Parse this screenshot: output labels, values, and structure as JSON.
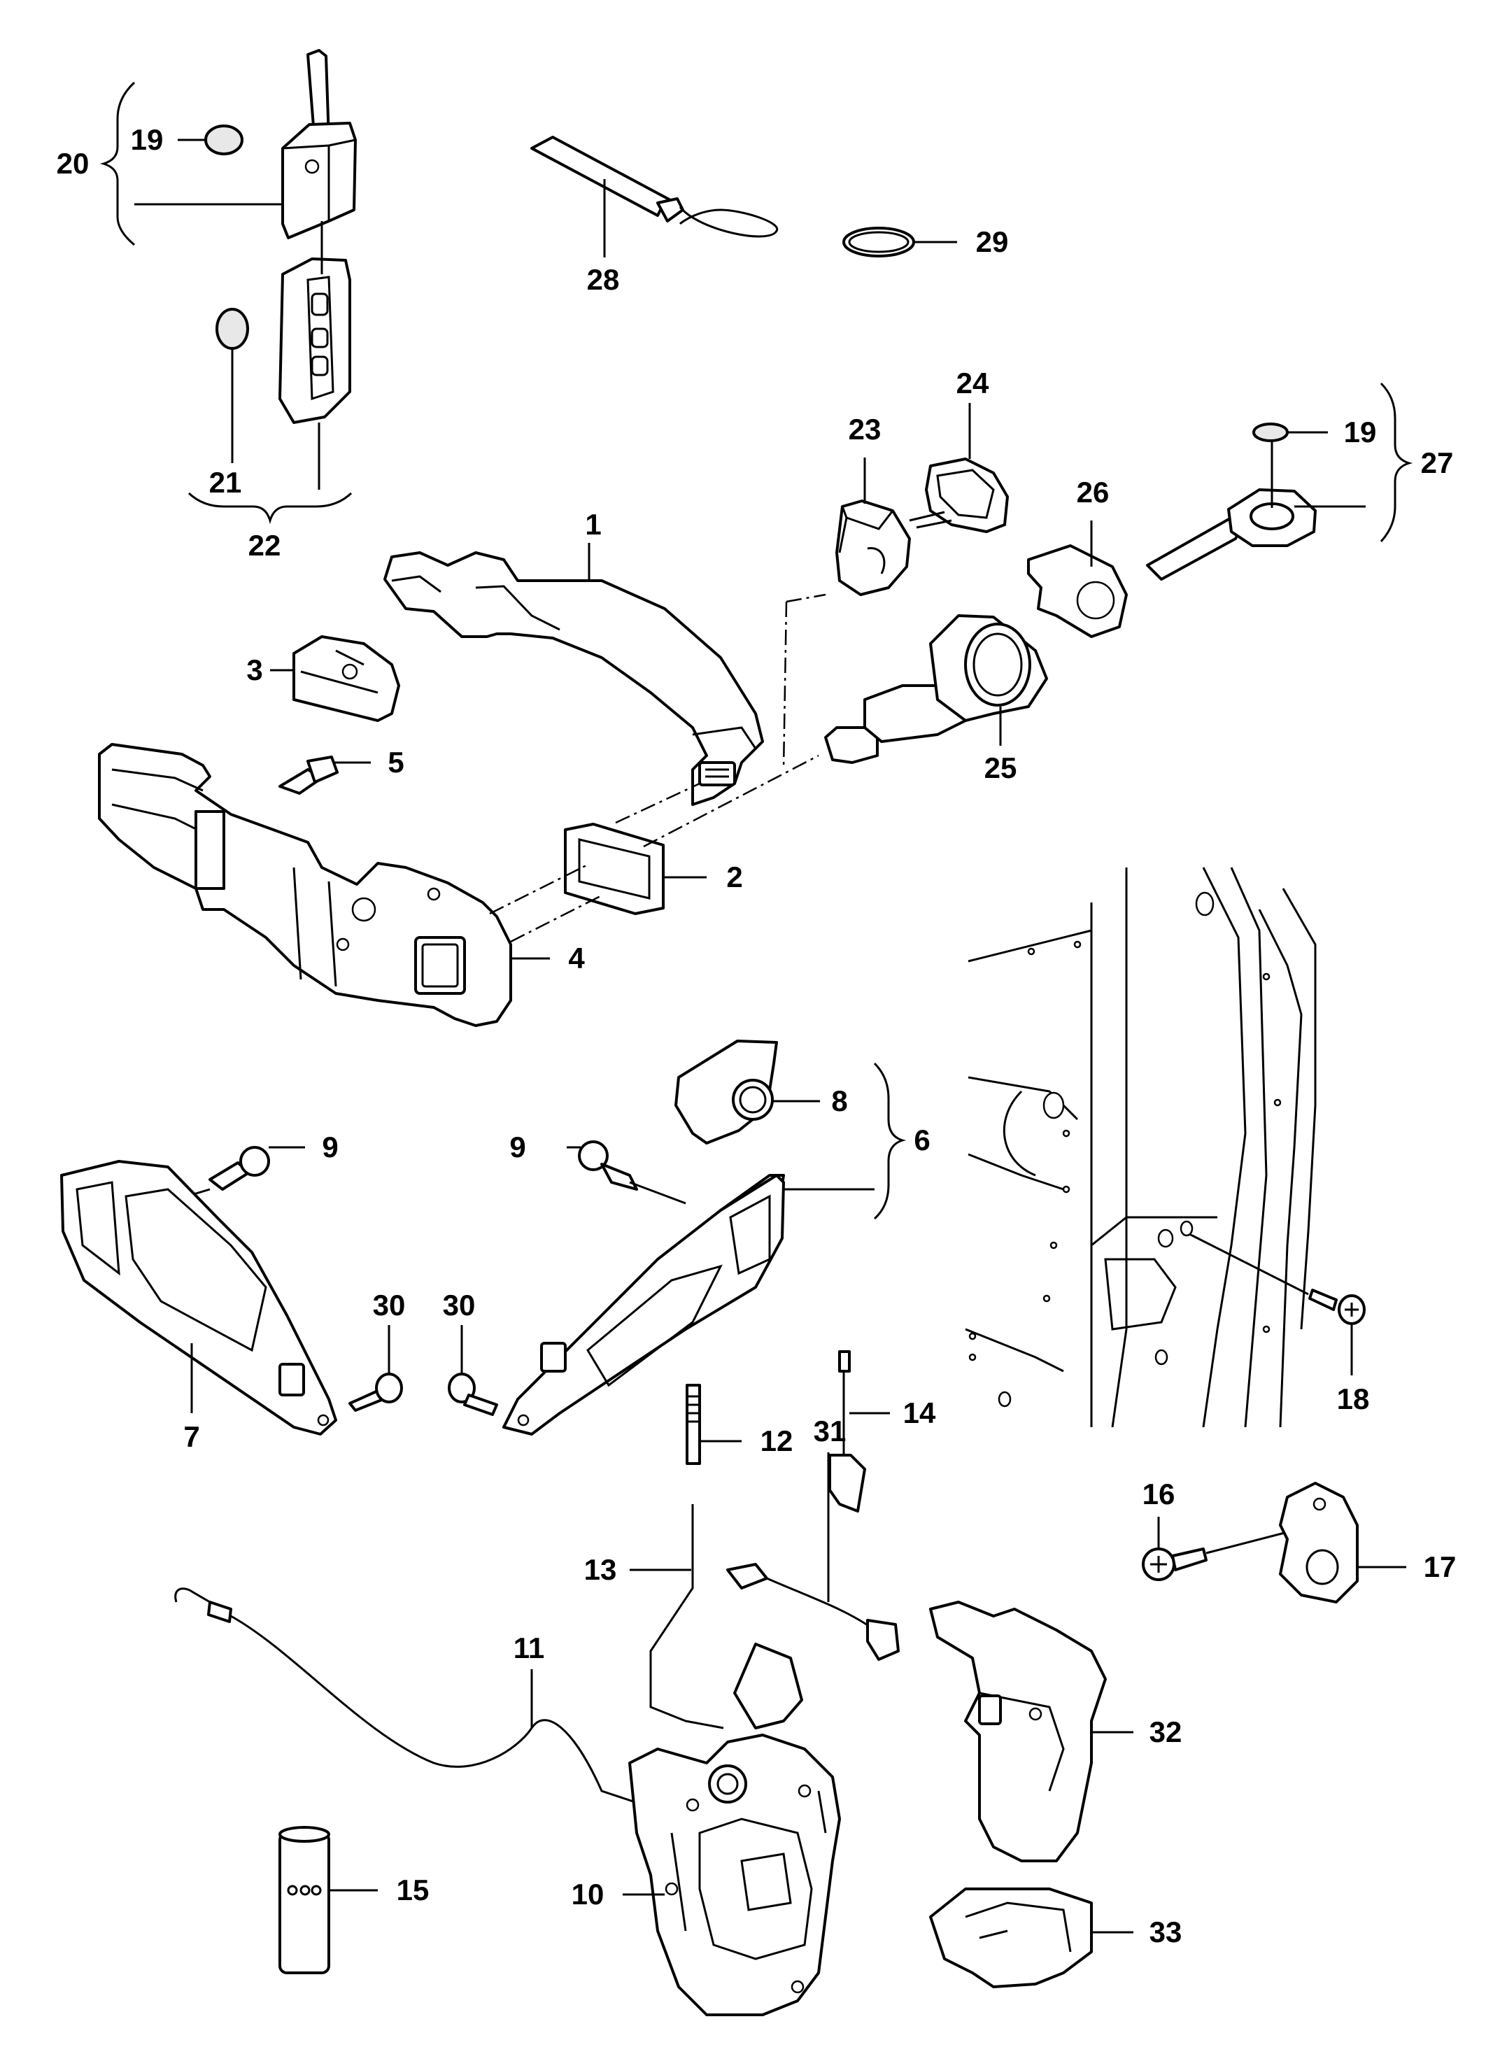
{
  "diagram": {
    "callouts": {
      "p1": "1",
      "p2": "2",
      "p3": "3",
      "p4": "4",
      "p5": "5",
      "p6": "6",
      "p7": "7",
      "p8": "8",
      "p9a": "9",
      "p9b": "9",
      "p10": "10",
      "p11": "11",
      "p12": "12",
      "p13": "13",
      "p14": "14",
      "p15": "15",
      "p16": "16",
      "p17": "17",
      "p18": "18",
      "p19a": "19",
      "p19b": "19",
      "p20": "20",
      "p21": "21",
      "p22": "22",
      "p23": "23",
      "p24": "24",
      "p25": "25",
      "p26": "26",
      "p27": "27",
      "p28": "28",
      "p29": "29",
      "p30a": "30",
      "p30b": "30",
      "p31": "31",
      "p32": "32",
      "p33": "33"
    }
  }
}
